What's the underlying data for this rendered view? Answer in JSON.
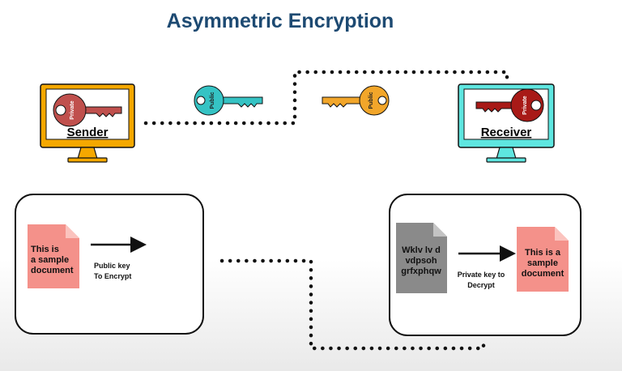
{
  "title": "Asymmetric Encryption",
  "sender": {
    "label": "Sender",
    "key_label": "Private",
    "monitor_color": "#f5a800",
    "key_color": "#c0504d"
  },
  "receiver": {
    "label": "Receiver",
    "key_label": "Private",
    "monitor_color": "#5ee6e0",
    "key_color": "#a81a17"
  },
  "public_key_teal": {
    "label": "Public",
    "color": "#35c3c4"
  },
  "public_key_orange": {
    "label": "Public",
    "color": "#f2a62a"
  },
  "encrypt_panel": {
    "document_lines": [
      "This is",
      "a sample",
      "document"
    ],
    "document_color": "#f4918a",
    "caption_lines": [
      "Public key",
      "To Encrypt"
    ]
  },
  "decrypt_panel": {
    "cipher_lines": [
      "Wklv lv d",
      "vdpsoh",
      "grfxphqw"
    ],
    "cipher_color": "#8a8a8a",
    "caption_lines": [
      "Private key to",
      "Decrypt"
    ],
    "document_lines": [
      "This is a",
      "sample",
      "document"
    ],
    "document_color": "#f4918a"
  }
}
